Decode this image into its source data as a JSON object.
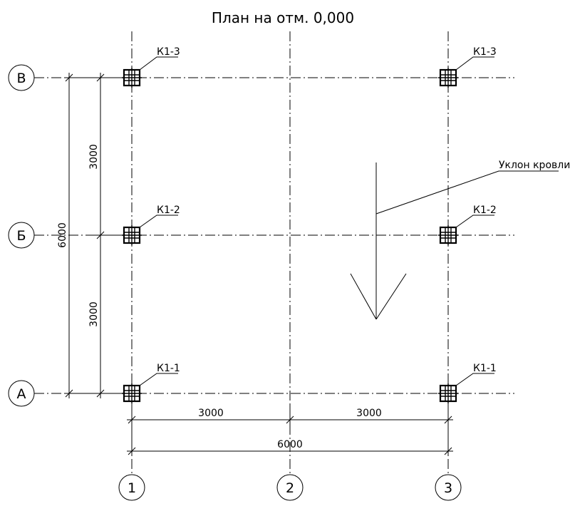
{
  "title": "План на отм. 0,000",
  "axes_vertical": [
    {
      "name": "1"
    },
    {
      "name": "2"
    },
    {
      "name": "3"
    }
  ],
  "axes_horizontal": [
    {
      "name": "В"
    },
    {
      "name": "Б"
    },
    {
      "name": "А"
    }
  ],
  "columns": {
    "row_v": {
      "left": "К1-3",
      "right": "К1-3"
    },
    "row_b": {
      "left": "К1-2",
      "right": "К1-2"
    },
    "row_a": {
      "left": "К1-1",
      "right": "К1-1"
    }
  },
  "dimensions": {
    "bottom_span_1_2": "3000",
    "bottom_span_2_3": "3000",
    "bottom_total": "6000",
    "left_span_b_v": "3000",
    "left_span_a_b": "3000",
    "left_total": "6000"
  },
  "slope_label": "Уклон кровли"
}
